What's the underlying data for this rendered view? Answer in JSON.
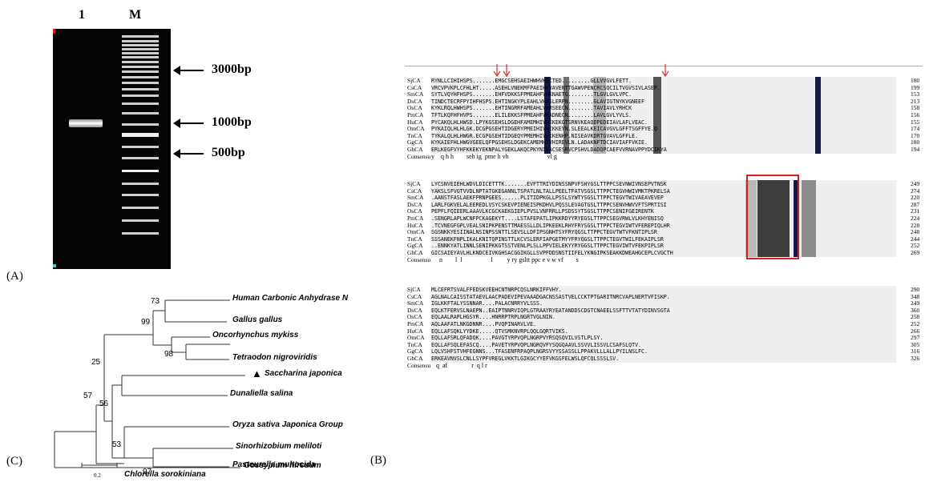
{
  "panel_a": {
    "letter": "(A)",
    "lanes": [
      "1",
      "M"
    ],
    "markers": [
      "3000bp",
      "1000bp",
      "500bp"
    ]
  },
  "panel_b": {
    "letter": "(B)",
    "species": [
      "SjCA",
      "CsCA",
      "SmCA",
      "DsCA",
      "OsCA",
      "PmCA",
      "HuCA",
      "OmCA",
      "TnCA",
      "GgCA",
      "GhCA"
    ],
    "consensus_label": "Consensu",
    "block1": {
      "sequences": [
        "RYNLLCIHIHSPS.......EMGCSEHSAEIHWHVKECTED.........GLLVVGVLFETT.",
        "VRCVPVKPLCFHLHT.....ASEHLVNEKMFPAEIHFVAVENTTGAWVPENCRCSQCILTVGVSIVLASEP.",
        "SYTLVQYHFHSPS.......EHFVDKKSFPMEAHFVHKNAETG........TLGVLGVLVPC.",
        "TINDCTECRFPYIHFHSPS.EHTINGKYPLEAHLVHASLERPN........GLAVIGTNYKVGNEEF",
        "KYKLRQLHWHSPS.......EHTINGRRFAMEAHLVHRSEECN........TAVIAVLYRHCK",
        "TFTLKQFHFHVPS.......ELILEKKSFPMEAHFVHADNECN........LAVLGVLYVLS.",
        "PYCAKQLHLHWSD.LPYKGSEHSLDGEHFAMEMHIVHEKEKGTSRNVKEAQDPEDEIAVLAFLVEAC.",
        "PYKAIQLHLHLGK.DCGPGSEHTIDGERYPMEIHIVHIKKEYN.SLEEALKEICAVGVLGFFTSGFFYE.Q",
        "TYKALQLHLHWGR.ECGPGSEHTIDGEQYPMEMHIVHIKENHP.NISEAVKDRTGVAVLGFFLE.",
        "KYKAIEFHLHWGVGEELQFPGSEHSLDGEKCAMEMHIVHIREVLN.LADAKNFTDCIAVIAFFVKIE.",
        "ERLKEGFVYHFKKEKYEKNPALYGEKLAKQCPKYNIVACSESRVCPSHVLDADQPCAEFVVRNAVPPYDCIKYA"
      ],
      "numbers": [
        "180",
        "199",
        "153",
        "213",
        "158",
        "156",
        "155",
        "174",
        "170",
        "180",
        "194"
      ],
      "consensus": "y    q h h        seh ig  pme h vh                        vl g"
    },
    "block2": {
      "sequences": [
        "LYCSNVEIEHLWDVLDICETTTK.......EVFTTRIYDINSSNPVFSHYGSLTTPPCSEVNWIVNSEPVTNSK",
        "YAKSLSFVGTVVDLNPTATGKEGANNLTSPATLNLTALLPEELTFATVSGSLTTPPCTEGVHWIVMKTPKRELSA",
        ".AANSTFASLAEKFPRNPGEES......PLITIDPKGLLPSSLSYWTYSGSLTTPPCTEGVTWIVAEAVEVEP",
        "LARLFGKVELALEEREDLVSYCSKEVPIENEISPKDHVLPQSSLEVAGTGSLTTPPCSENVHWVVFTSPRTISI",
        "PEPFLFQIEERLAAAVLKCGCKAEKGIEPLPVSLVNFRRLLPSDSSYTSGSLTTPPCSENIFGEIRENTK",
        ".SENGRLAPLWCNFPCKAGEKYT....LSTAFEPATLIPKKRDYYRYEGSLTTPPCSEGVRWLVLKHYENISQ",
        ".TCVNEGFGPLVEALSNIPKPENSTTMAESSLLDLIPKEEKLRHYFRYSGSLTTPPCTEGVIWTVFEREPIQLHR",
        "SGSNKKYESIINALNSINPSSNTTLSEVSLLDFIPSGNHTSYFRYQGSLTTPPCTEGVTWTVFKNTIPLSR",
        "SSSANEKFNPLIKALKNITQPINSTTLKCVSLERFIAPGETMYYFRYQGSLTTPPCTEGVTWILFEKAIPLSR",
        "..ENNKYATLINNLSENIPKKGTSSTVENLPLSLLPPVIELEKYYRYGGSLTTPPCTEGVIWTVFEKPIPLSR",
        "GICSAIEYAVLHLKNDCEIVKGHSACGGIKGLLSVPFDDSNSTIIFELYKNGIPKSEAKKDWEAHGCEPLCVGCTH"
      ],
      "numbers": [
        "249",
        "274",
        "220",
        "287",
        "231",
        "224",
        "228",
        "248",
        "244",
        "252",
        "269"
      ],
      "consensus": "     n        l  l                  l         y ry gsltt ppc e v w vf        s"
    },
    "block3": {
      "sequences": [
        "MLCEFRTSVALFFEDSKVEEHCNTNRPCQSLNRKIFFVHY.",
        "AGLNALCAISSTATAEVLAACPADEVIPEVAAADGACNSSASTVELCCKTPTGARITNRCVAPLNERTVFISKP.",
        "IGLKKFTALYSSNNAR....PALACNRRYVLSSS.",
        "EQLKTFERVSLNAEPN..EAIPTNNRVIQPLGTRAAYRYEATANDDSCDGTCNAEELSSFTTVTATYDINVSGTA",
        "EQLAALRAPLHGSYR....HNRRPTRPLNGRTVGLNIN.",
        "AQLAAFATLNKGDNNR....PVQPINARVLVE.",
        "EQLLAFSQKLYYDKE.....QTVSMKNVRPLQQLGQRTVIKS.",
        "EQLLAFSRLQFADQK....PAVGTYRPVQPLNGRPVYRSQSQVILVSTLPLSY.",
        "EQLLAFSQLEFASCQ....PAVETYRPVQPLNGRQVFYSQGQAAVLSSVVLISSVLCSAFSLQTV.",
        "LQLVSHFSTVHFEGNNS...TFASENFRPAQPLNGRSVYYSSASSLLPPAKVLLLALLPYILNSLFC.",
        "ERKEAVNVSLCNLLSYPFVREGLVKKTLGIKGCYYEFVKGSFELWSLQFCQLSSSLSV."
      ],
      "numbers": [
        "290",
        "348",
        "249",
        "360",
        "258",
        "252",
        "266",
        "297",
        "305",
        "316",
        "326"
      ],
      "consensus": "   q  af               r  q l r"
    },
    "markers": {
      "red_arrows": 3,
      "highlight_color": "#d42020",
      "shade_dark": "#3c3c3c",
      "shade_mid": "#8c8c8c",
      "shade_light": "#c8c8c8",
      "shade_navy": "#141a46"
    }
  },
  "panel_c": {
    "letter": "(C)",
    "taxa": [
      "Human Carbonic Anhydrase N",
      "Gallus gallus",
      "Oncorhynchus mykiss",
      "Tetraodon nigroviridis",
      "Saccharina japonica",
      "Dunaliella salina",
      "Oryza sativa Japonica Group",
      "Sinorhizobium meliloti",
      "Pasteurella multocida",
      "Chlorella sorokiniana",
      "Gossypium hirsuum"
    ],
    "bootstrap": [
      "73",
      "99",
      "98",
      "25",
      "57",
      "56",
      "53",
      "97"
    ],
    "scale": "0.2",
    "marked_taxon_symbol": "▲"
  }
}
